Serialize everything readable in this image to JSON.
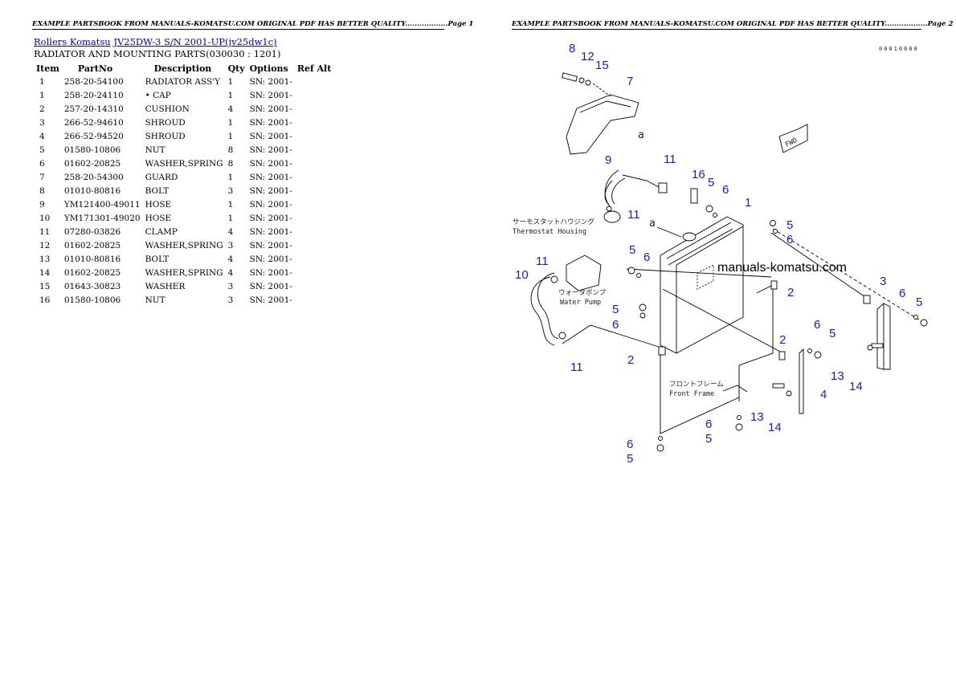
{
  "header": {
    "page1": "EXAMPLE PARTSBOOK FROM MANUALS-KOMATSU.COM ORIGINAL PDF HAS BETTER QUALITY..................Page 1",
    "page2": "EXAMPLE PARTSBOOK FROM MANUALS-KOMATSU.COM ORIGINAL PDF HAS BETTER QUALITY..................Page 2"
  },
  "breadcrumb": {
    "link1": "Rollers Komatsu",
    "link2": "JV25DW-3 S/N 2001-UP(jv25dw1c)"
  },
  "section_title": "RADIATOR AND MOUNTING PARTS(030030 : 1201)",
  "table": {
    "headers": [
      "Item",
      "PartNo",
      "Description",
      "Qty",
      "Options",
      "Ref Alt"
    ],
    "rows": [
      [
        "1",
        "258-20-54100",
        "RADIATOR ASS'Y",
        "1",
        "SN: 2001-",
        ""
      ],
      [
        "1",
        "258-20-24110",
        "• CAP",
        "1",
        "SN: 2001-",
        ""
      ],
      [
        "2",
        "257-20-14310",
        "CUSHION",
        "4",
        "SN: 2001-",
        ""
      ],
      [
        "3",
        "266-52-94610",
        "SHROUD",
        "1",
        "SN: 2001-",
        ""
      ],
      [
        "4",
        "266-52-94520",
        "SHROUD",
        "1",
        "SN: 2001-",
        ""
      ],
      [
        "5",
        "01580-10806",
        "NUT",
        "8",
        "SN: 2001-",
        ""
      ],
      [
        "6",
        "01602-20825",
        "WASHER,SPRING",
        "8",
        "SN: 2001-",
        ""
      ],
      [
        "7",
        "258-20-54300",
        "GUARD",
        "1",
        "SN: 2001-",
        ""
      ],
      [
        "8",
        "01010-80816",
        "BOLT",
        "3",
        "SN: 2001-",
        ""
      ],
      [
        "9",
        "YM121400-49011",
        "HOSE",
        "1",
        "SN: 2001-",
        ""
      ],
      [
        "10",
        "YM171301-49020",
        "HOSE",
        "1",
        "SN: 2001-",
        ""
      ],
      [
        "11",
        "07280-03826",
        "CLAMP",
        "4",
        "SN: 2001-",
        ""
      ],
      [
        "12",
        "01602-20825",
        "WASHER,SPRING",
        "3",
        "SN: 2001-",
        ""
      ],
      [
        "13",
        "01010-80816",
        "BOLT",
        "4",
        "SN: 2001-",
        ""
      ],
      [
        "14",
        "01602-20825",
        "WASHER,SPRING",
        "4",
        "SN: 2001-",
        ""
      ],
      [
        "15",
        "01643-30823",
        "WASHER",
        "3",
        "SN: 2001-",
        ""
      ],
      [
        "16",
        "01580-10806",
        "NUT",
        "3",
        "SN: 2001-",
        ""
      ]
    ]
  },
  "diagram": {
    "code": "00010600",
    "watermark": "manuals-komatsu.com",
    "fwd": "FWD",
    "ref_a": "a",
    "labels": {
      "thermostat_jp": "サーモスタットハウジング",
      "thermostat_en": "Thermostat Housing",
      "pump_jp": "ウォータポンプ",
      "pump_en": "Water Pump",
      "frame_jp": "フロントフレーム",
      "frame_en": "Front Frame"
    },
    "callouts": [
      "8",
      "12",
      "15",
      "7",
      "9",
      "11",
      "16",
      "5",
      "6",
      "1",
      "11",
      "5",
      "6",
      "11",
      "5",
      "6",
      "10",
      "2",
      "3",
      "6",
      "5",
      "5",
      "6",
      "2",
      "11",
      "2",
      "6",
      "5",
      "13",
      "14",
      "4",
      "13",
      "14",
      "6",
      "5",
      "6",
      "5"
    ]
  }
}
